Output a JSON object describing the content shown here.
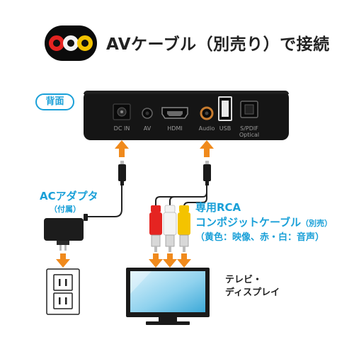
{
  "header": {
    "title": "AVケーブル（別売り）で接続",
    "icon_name": "rca-jacks-icon"
  },
  "rear_badge": "背面",
  "device": {
    "ports": [
      "DC IN",
      "AV",
      "HDMI",
      "Audio",
      "USB",
      "S/PDIF",
      "Optical"
    ]
  },
  "adapter": {
    "label": "ACアダプタ",
    "sub_label": "（付属）"
  },
  "cable": {
    "title": "専用RCA",
    "line2_main": "コンポジットケーブル",
    "line2_note": "（別売）",
    "detail": "（黄色：映像、赤・白：音声）"
  },
  "tv": {
    "label_line1": "テレビ・",
    "label_line2": "ディスプレイ"
  },
  "colors": {
    "accent_blue": "#1aa0d8",
    "arrow_orange": "#f08a1c",
    "red_plug": "#e52421",
    "white_plug": "#f2f2f2",
    "yellow_plug": "#f4c300"
  }
}
